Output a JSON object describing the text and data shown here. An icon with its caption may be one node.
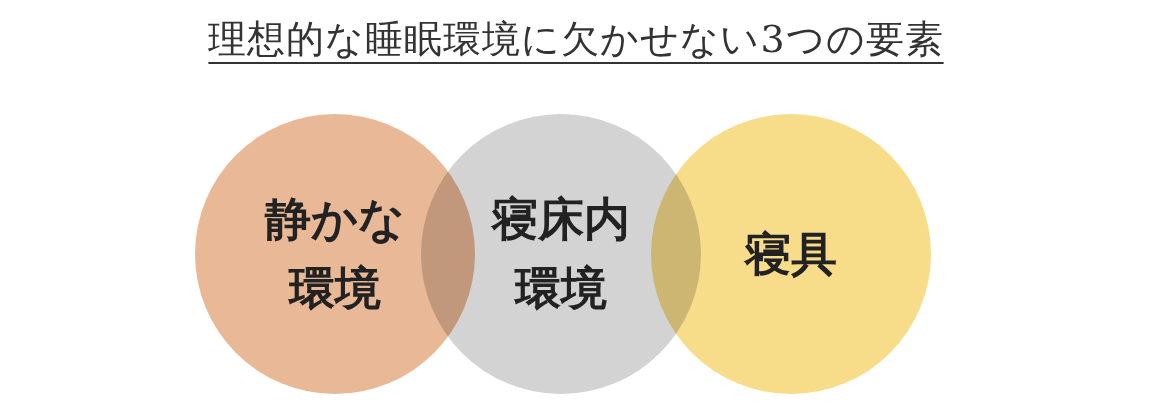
{
  "diagram": {
    "title": "理想的な睡眠環境に欠かせない3つの要素",
    "nodes": [
      {
        "text": [
          "静かな環境"
        ]
      },
      {
        "text": [
          "寝床内環境"
        ]
      },
      {
        "text": [
          "寝具"
        ]
      }
    ]
  }
}
